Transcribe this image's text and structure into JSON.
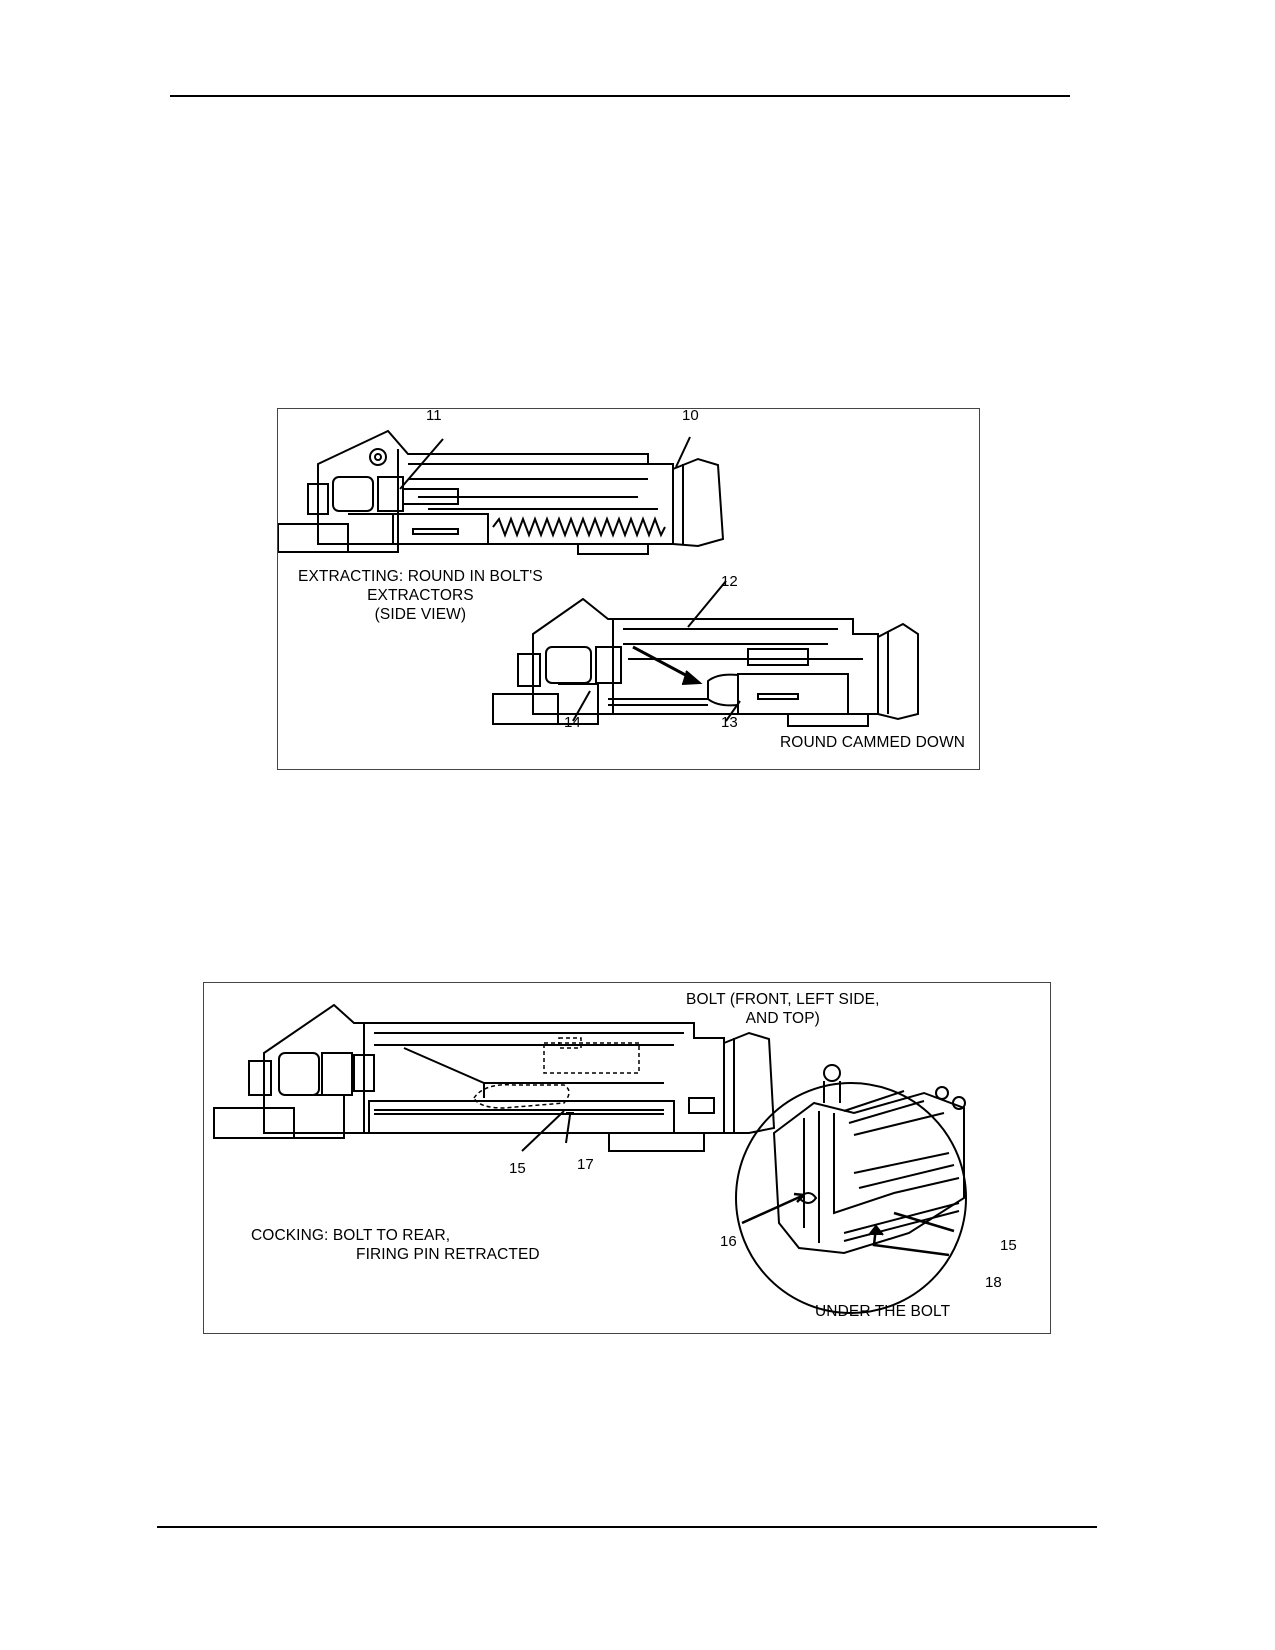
{
  "figure_1": {
    "caption_extracting": [
      "EXTRACTING: ROUND IN BOLT'S",
      "EXTRACTORS",
      "(SIDE VIEW)"
    ],
    "caption_cammed": "ROUND CAMMED DOWN",
    "callouts": [
      "10",
      "11",
      "12",
      "13",
      "14"
    ]
  },
  "figure_2": {
    "caption_bolt": [
      "BOLT (FRONT, LEFT SIDE,",
      "AND TOP)"
    ],
    "caption_cocking": [
      "COCKING: BOLT TO REAR,",
      "FIRING PIN RETRACTED"
    ],
    "caption_under": "UNDER THE BOLT",
    "callouts": [
      "15",
      "17",
      "16",
      "15",
      "18"
    ]
  }
}
